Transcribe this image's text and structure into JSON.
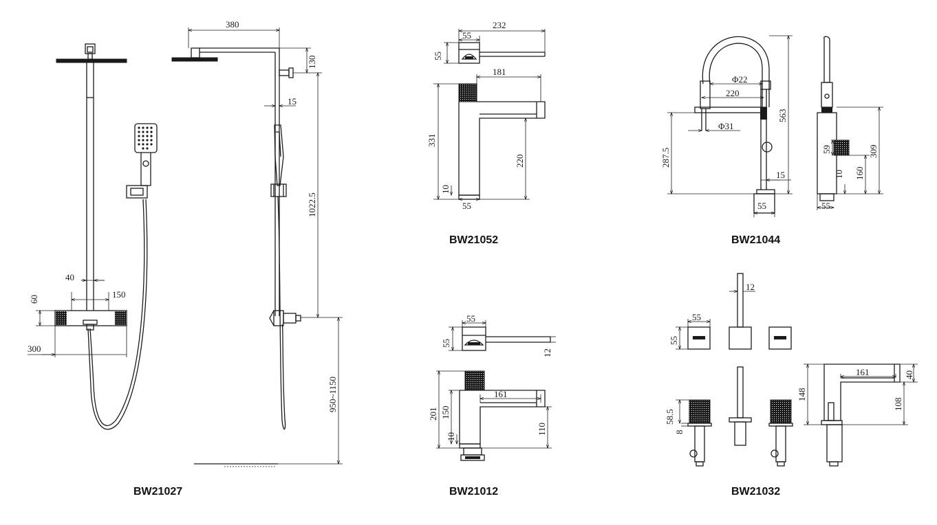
{
  "products": [
    {
      "id": "bw21027",
      "code": "BW21027"
    },
    {
      "id": "bw21052",
      "code": "BW21052"
    },
    {
      "id": "bw21044",
      "code": "BW21044"
    },
    {
      "id": "bw21012",
      "code": "BW21012"
    },
    {
      "id": "bw21032",
      "code": "BW21032"
    }
  ],
  "dimensions": {
    "bw21027": {
      "arm_length": "380",
      "arm_drop": "130",
      "rail_gap": "15",
      "rail_height": "1022.5",
      "mixer_height": "60",
      "pipe_width": "40",
      "pipe_center": "150",
      "mixer_width": "300",
      "install_height": "950~1150"
    },
    "bw21052": {
      "top_length": "232",
      "top_body": "55",
      "top_depth": "55",
      "spout_reach": "181",
      "total_height": "331",
      "spout_height": "220",
      "base_height": "10",
      "base_width": "55"
    },
    "bw21044": {
      "hose_diameter": "Φ22",
      "spout_reach": "220",
      "body_diameter": "Φ31",
      "spout_height": "287.5",
      "total_height": "563",
      "gap": "15",
      "base_width": "55",
      "side_handle": "59",
      "side_base": "10",
      "side_lower": "160",
      "side_total": "309",
      "side_width": "55"
    },
    "bw21012": {
      "top_width": "55",
      "top_depth": "55",
      "spout_thickness": "12",
      "total_height": "201",
      "body_height": "150",
      "base_height": "10",
      "spout_reach": "161",
      "spout_height": "110"
    },
    "bw21032": {
      "spout_thickness": "12",
      "top_width": "55",
      "top_depth": "55",
      "handle_height": "58.5",
      "handle_gap": "8",
      "spout_reach": "161",
      "spout_drop": "40",
      "total_height": "148",
      "spout_height": "108"
    }
  }
}
